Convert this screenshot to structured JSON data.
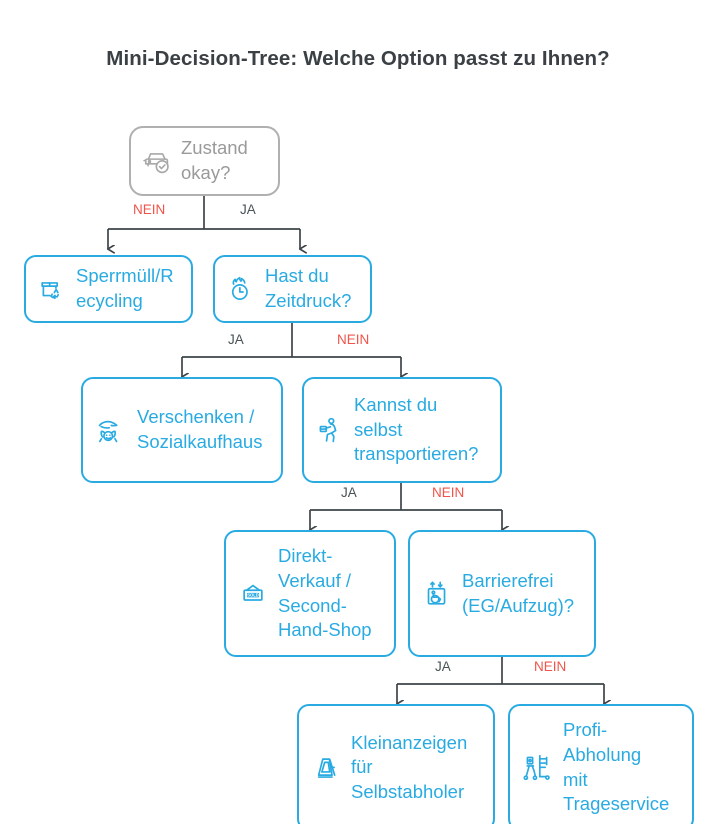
{
  "page": {
    "title": "Mini-Decision-Tree: Welche Option passt zu Ihnen?"
  },
  "colors": {
    "accent": "#29abe2",
    "root_gray": "#9a9a9a",
    "root_border": "#b0b0b0",
    "yes_label": "#4a5256",
    "no_label": "#f0544a",
    "connector": "#3d4449",
    "title": "#3b4044",
    "background": "#ffffff"
  },
  "edge_labels": {
    "yes": "JA",
    "no": "NEIN"
  },
  "nodes": {
    "root": {
      "label": "Zustand okay?",
      "icon": "car-check-icon",
      "type": "decision",
      "style": "gray"
    },
    "bulky_waste": {
      "label": "Sperrmüll/Recycling",
      "icon": "box-recycle-icon",
      "type": "outcome",
      "style": "blue"
    },
    "time_pressure": {
      "label": "Hast du Zeitdruck?",
      "icon": "clock-fire-icon",
      "type": "decision",
      "style": "blue"
    },
    "donate": {
      "label": "Verschenken / Sozialkaufhaus",
      "icon": "hand-charity-icon",
      "type": "outcome",
      "style": "blue"
    },
    "self_transport": {
      "label": "Kannst du selbst transportieren?",
      "icon": "person-carrying-icon",
      "type": "decision",
      "style": "blue"
    },
    "direct_sale": {
      "label": "Direkt-Verkauf / Second-Hand-Shop",
      "icon": "sold-sign-icon",
      "type": "outcome",
      "style": "blue"
    },
    "accessible": {
      "label": "Barrierefrei (EG/Aufzug)?",
      "icon": "elevator-access-icon",
      "type": "decision",
      "style": "blue"
    },
    "classifieds": {
      "label": "Kleinanzeigen für Selbstabholer",
      "icon": "a-frame-sign-icon",
      "type": "outcome",
      "style": "blue"
    },
    "pro_pickup": {
      "label": "Profi-Abholung mit Trageservice",
      "icon": "dolly-mover-icon",
      "type": "outcome",
      "style": "blue"
    }
  },
  "branches": [
    {
      "from": "root",
      "no_to": "bulky_waste",
      "yes_to": "time_pressure",
      "no_side": "left",
      "yes_side": "right"
    },
    {
      "from": "time_pressure",
      "yes_to": "donate",
      "no_to": "self_transport",
      "yes_side": "left",
      "no_side": "right"
    },
    {
      "from": "self_transport",
      "yes_to": "direct_sale",
      "no_to": "accessible",
      "yes_side": "left",
      "no_side": "right"
    },
    {
      "from": "accessible",
      "yes_to": "classifieds",
      "no_to": "pro_pickup",
      "yes_side": "left",
      "no_side": "right"
    }
  ]
}
